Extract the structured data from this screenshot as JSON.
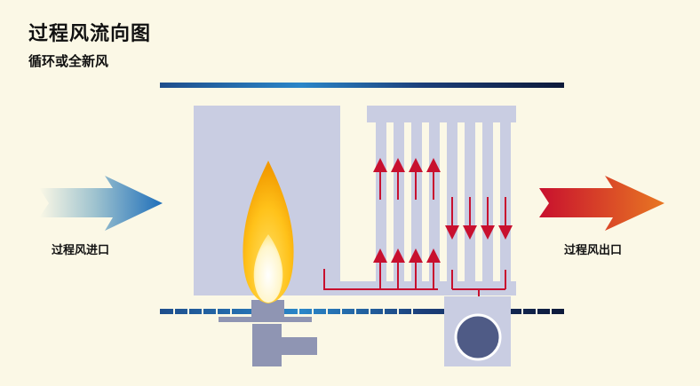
{
  "diagram": {
    "title": "过程风流向图",
    "subtitle": "循环或全新风",
    "inlet_label": "过程风进口",
    "outlet_label": "过程风出口"
  },
  "colors": {
    "background": "#fbf8e6",
    "chamber": "#c9cde2",
    "burner": "#8f95b3",
    "flow_arrow": "#c8102e",
    "inlet_arrow_end": "#1f6fba",
    "outlet_arrow_start": "#c8102e",
    "outlet_arrow_end": "#e87722"
  },
  "icons": [
    "inlet-arrow-icon",
    "outlet-arrow-icon",
    "flame-icon",
    "fan-icon",
    "flow-arrow-icon"
  ]
}
